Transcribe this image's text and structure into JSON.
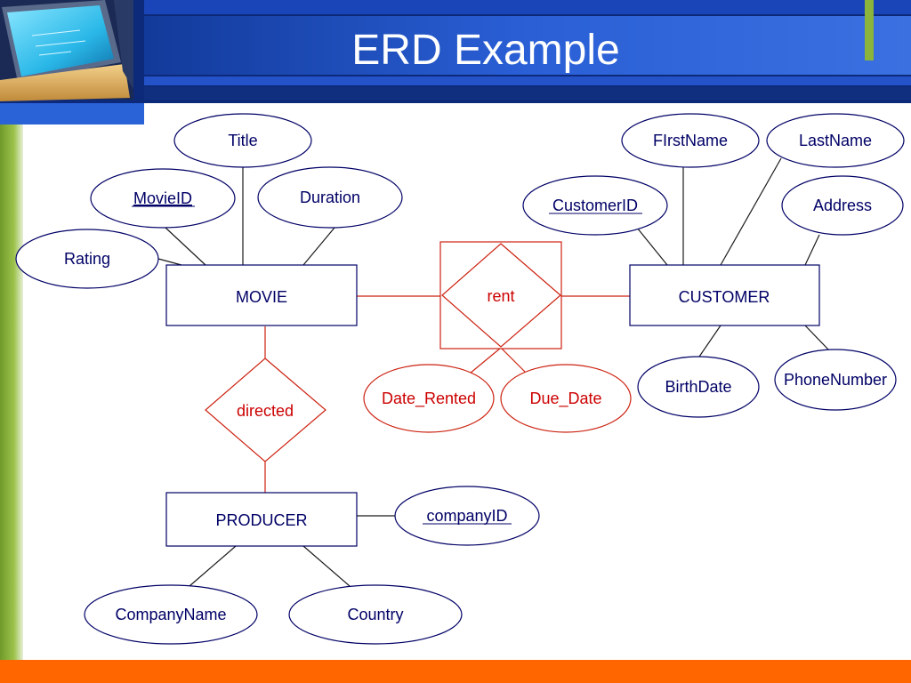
{
  "slide": {
    "title": "ERD Example",
    "colors": {
      "header_dark": "#0d2a7a",
      "header_mid": "#1d50c8",
      "green_bar": "#8ab43a",
      "orange_bar": "#ff6600",
      "entity_stroke": "#000066",
      "relationship_stroke": "#cc2211"
    }
  },
  "diagram": {
    "entities": {
      "movie": "MOVIE",
      "customer": "CUSTOMER",
      "producer": "PRODUCER"
    },
    "relationships": {
      "rent": "rent",
      "directed": "directed"
    },
    "attributes": {
      "title": "Title",
      "movie_id": "MovieID",
      "duration": "Duration",
      "rating": "Rating",
      "first_name": "FIrstName",
      "last_name": "LastName",
      "customer_id": "CustomerID",
      "address": "Address",
      "birth_date": "BirthDate",
      "phone_number": "PhoneNumber",
      "date_rented": "Date_Rented",
      "due_date": "Due_Date",
      "company_id": "companyID",
      "company_name": "CompanyName",
      "country": "Country"
    }
  }
}
